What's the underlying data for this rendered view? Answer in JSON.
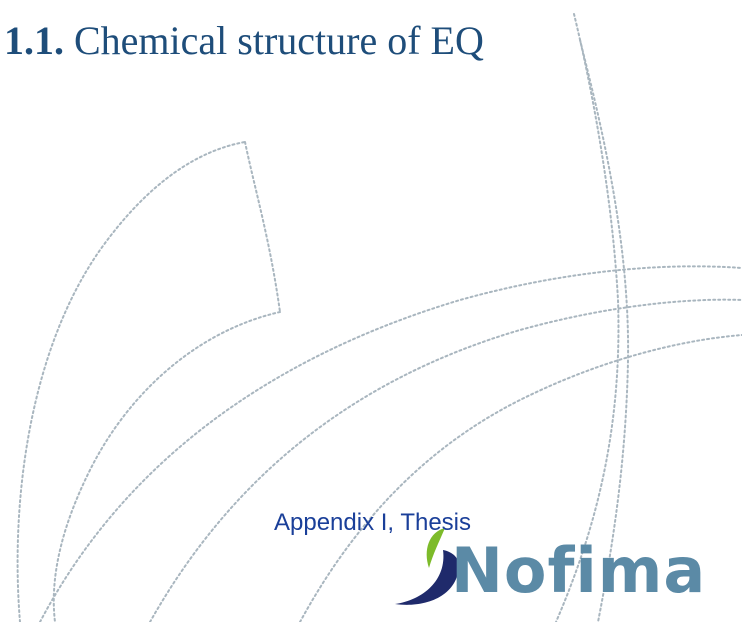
{
  "slide": {
    "section_number": "1.1.",
    "section_title": "Chemical structure of EQ",
    "footer_text": "Appendix I, Thesis",
    "logo_text": "Nofima"
  },
  "colors": {
    "heading": "#1e4d7a",
    "footer_text": "#1a3f99",
    "logo_navy": "#1f2a6b",
    "logo_green": "#7dbb2a",
    "logo_text": "#5b8aa6",
    "decor_line": "#a9b6bf"
  },
  "icons": {
    "logo_mark": "swoosh-icon"
  }
}
